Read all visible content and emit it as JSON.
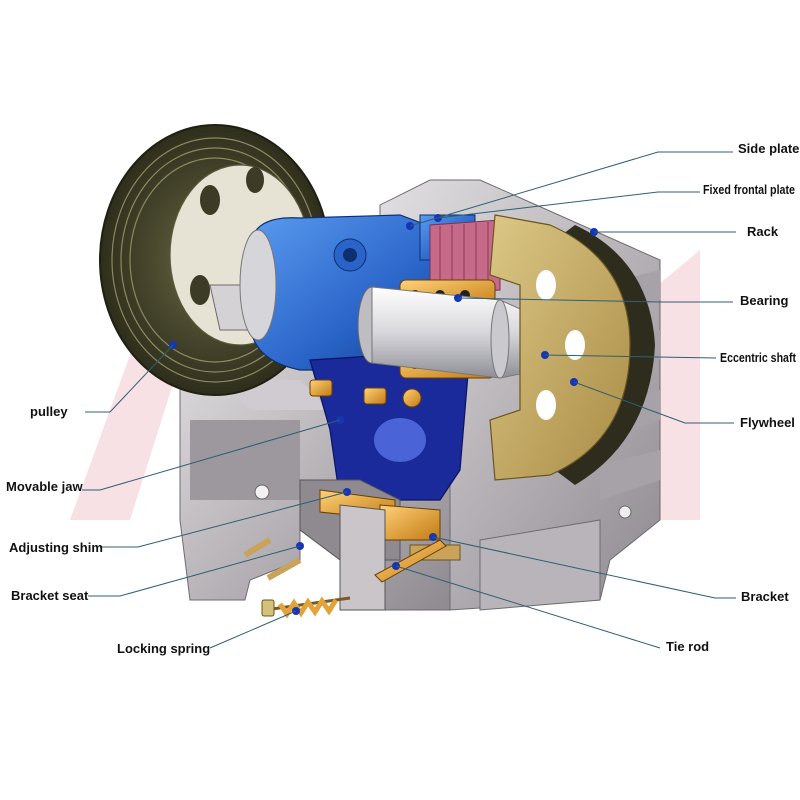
{
  "diagram": {
    "labels": {
      "side_plate": "Side plate",
      "fixed_frontal_plate": "Fixed frontal plate",
      "rack": "Rack",
      "bearing": "Bearing",
      "eccentric_shaft": "Eccentric shaft",
      "flywheel": "Flywheel",
      "pulley": "pulley",
      "movable_jaw": "Movable jaw",
      "adjusting_shim": "Adjusting shim",
      "bracket_seat": "Bracket seat",
      "locking_spring": "Locking spring",
      "bracket": "Bracket",
      "tie_rod": "Tie rod"
    },
    "colors": {
      "frame": "#c9c5c9",
      "pulley": "#4a4a2c",
      "bearing_housing": "#2e6fd0",
      "movable_jaw": "#1a2a9a",
      "flywheel": "#c6aa60",
      "jaw_plates": "#c76a8a",
      "bracket": "#e3a23a",
      "leader_line": "#2e5f73",
      "marker_dot": "#1535b5"
    }
  }
}
